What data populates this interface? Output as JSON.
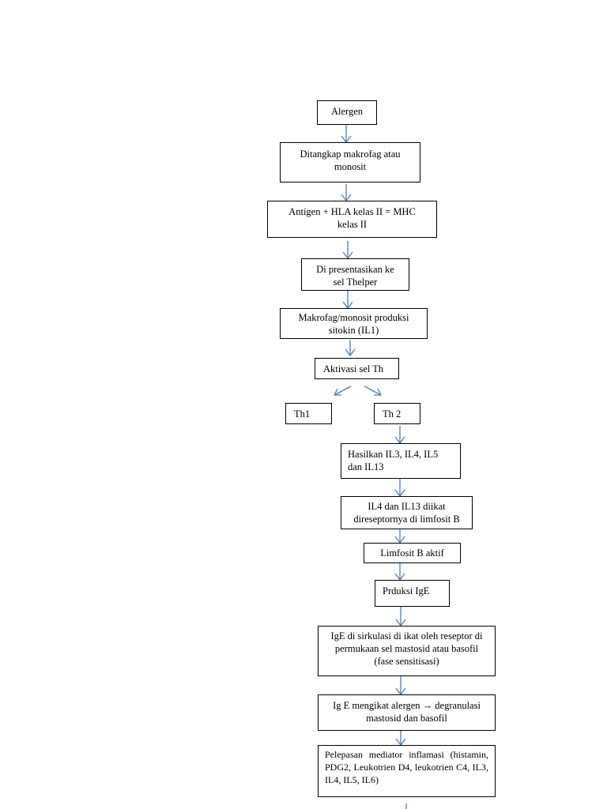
{
  "flowchart": {
    "alergen": "Alergen",
    "ditangkap": [
      "Ditangkap  makrofag atau",
      "monosit"
    ],
    "antigen": [
      "Antigen + HLA kelas II  = MHC",
      "kelas II"
    ],
    "presentasi": [
      "Di presentasikan ke",
      "sel Thelper"
    ],
    "makrofag": [
      "Makrofag/monosit produksi",
      "sitokin (IL1)"
    ],
    "aktivasi": "Aktivasi sel Th",
    "th1": "Th1",
    "th2": "Th 2",
    "hasilkan": [
      "Hasilkan IL3, IL4, IL5",
      "dan IL13"
    ],
    "il4": [
      "IL4 dan IL13 diikat",
      "direseptornya di limfosit B"
    ],
    "limfosit": "Limfosit B aktif",
    "produksi": "Prduksi IgE",
    "ige": [
      "IgE di sirkulasi di ikat oleh reseptor di",
      "permukaan sel mastosid atau basofil",
      "(fase sensitisasi)"
    ],
    "mengikat": [
      "Ig E mengikat alergen → degranulasi",
      "mastosid dan basofil"
    ],
    "pelepasan": "Pelepasan mediator inflamasi (histamin, PDG2, Leukotrien D4, leukotrien C4, IL3, IL4, IL5, IL6)"
  }
}
